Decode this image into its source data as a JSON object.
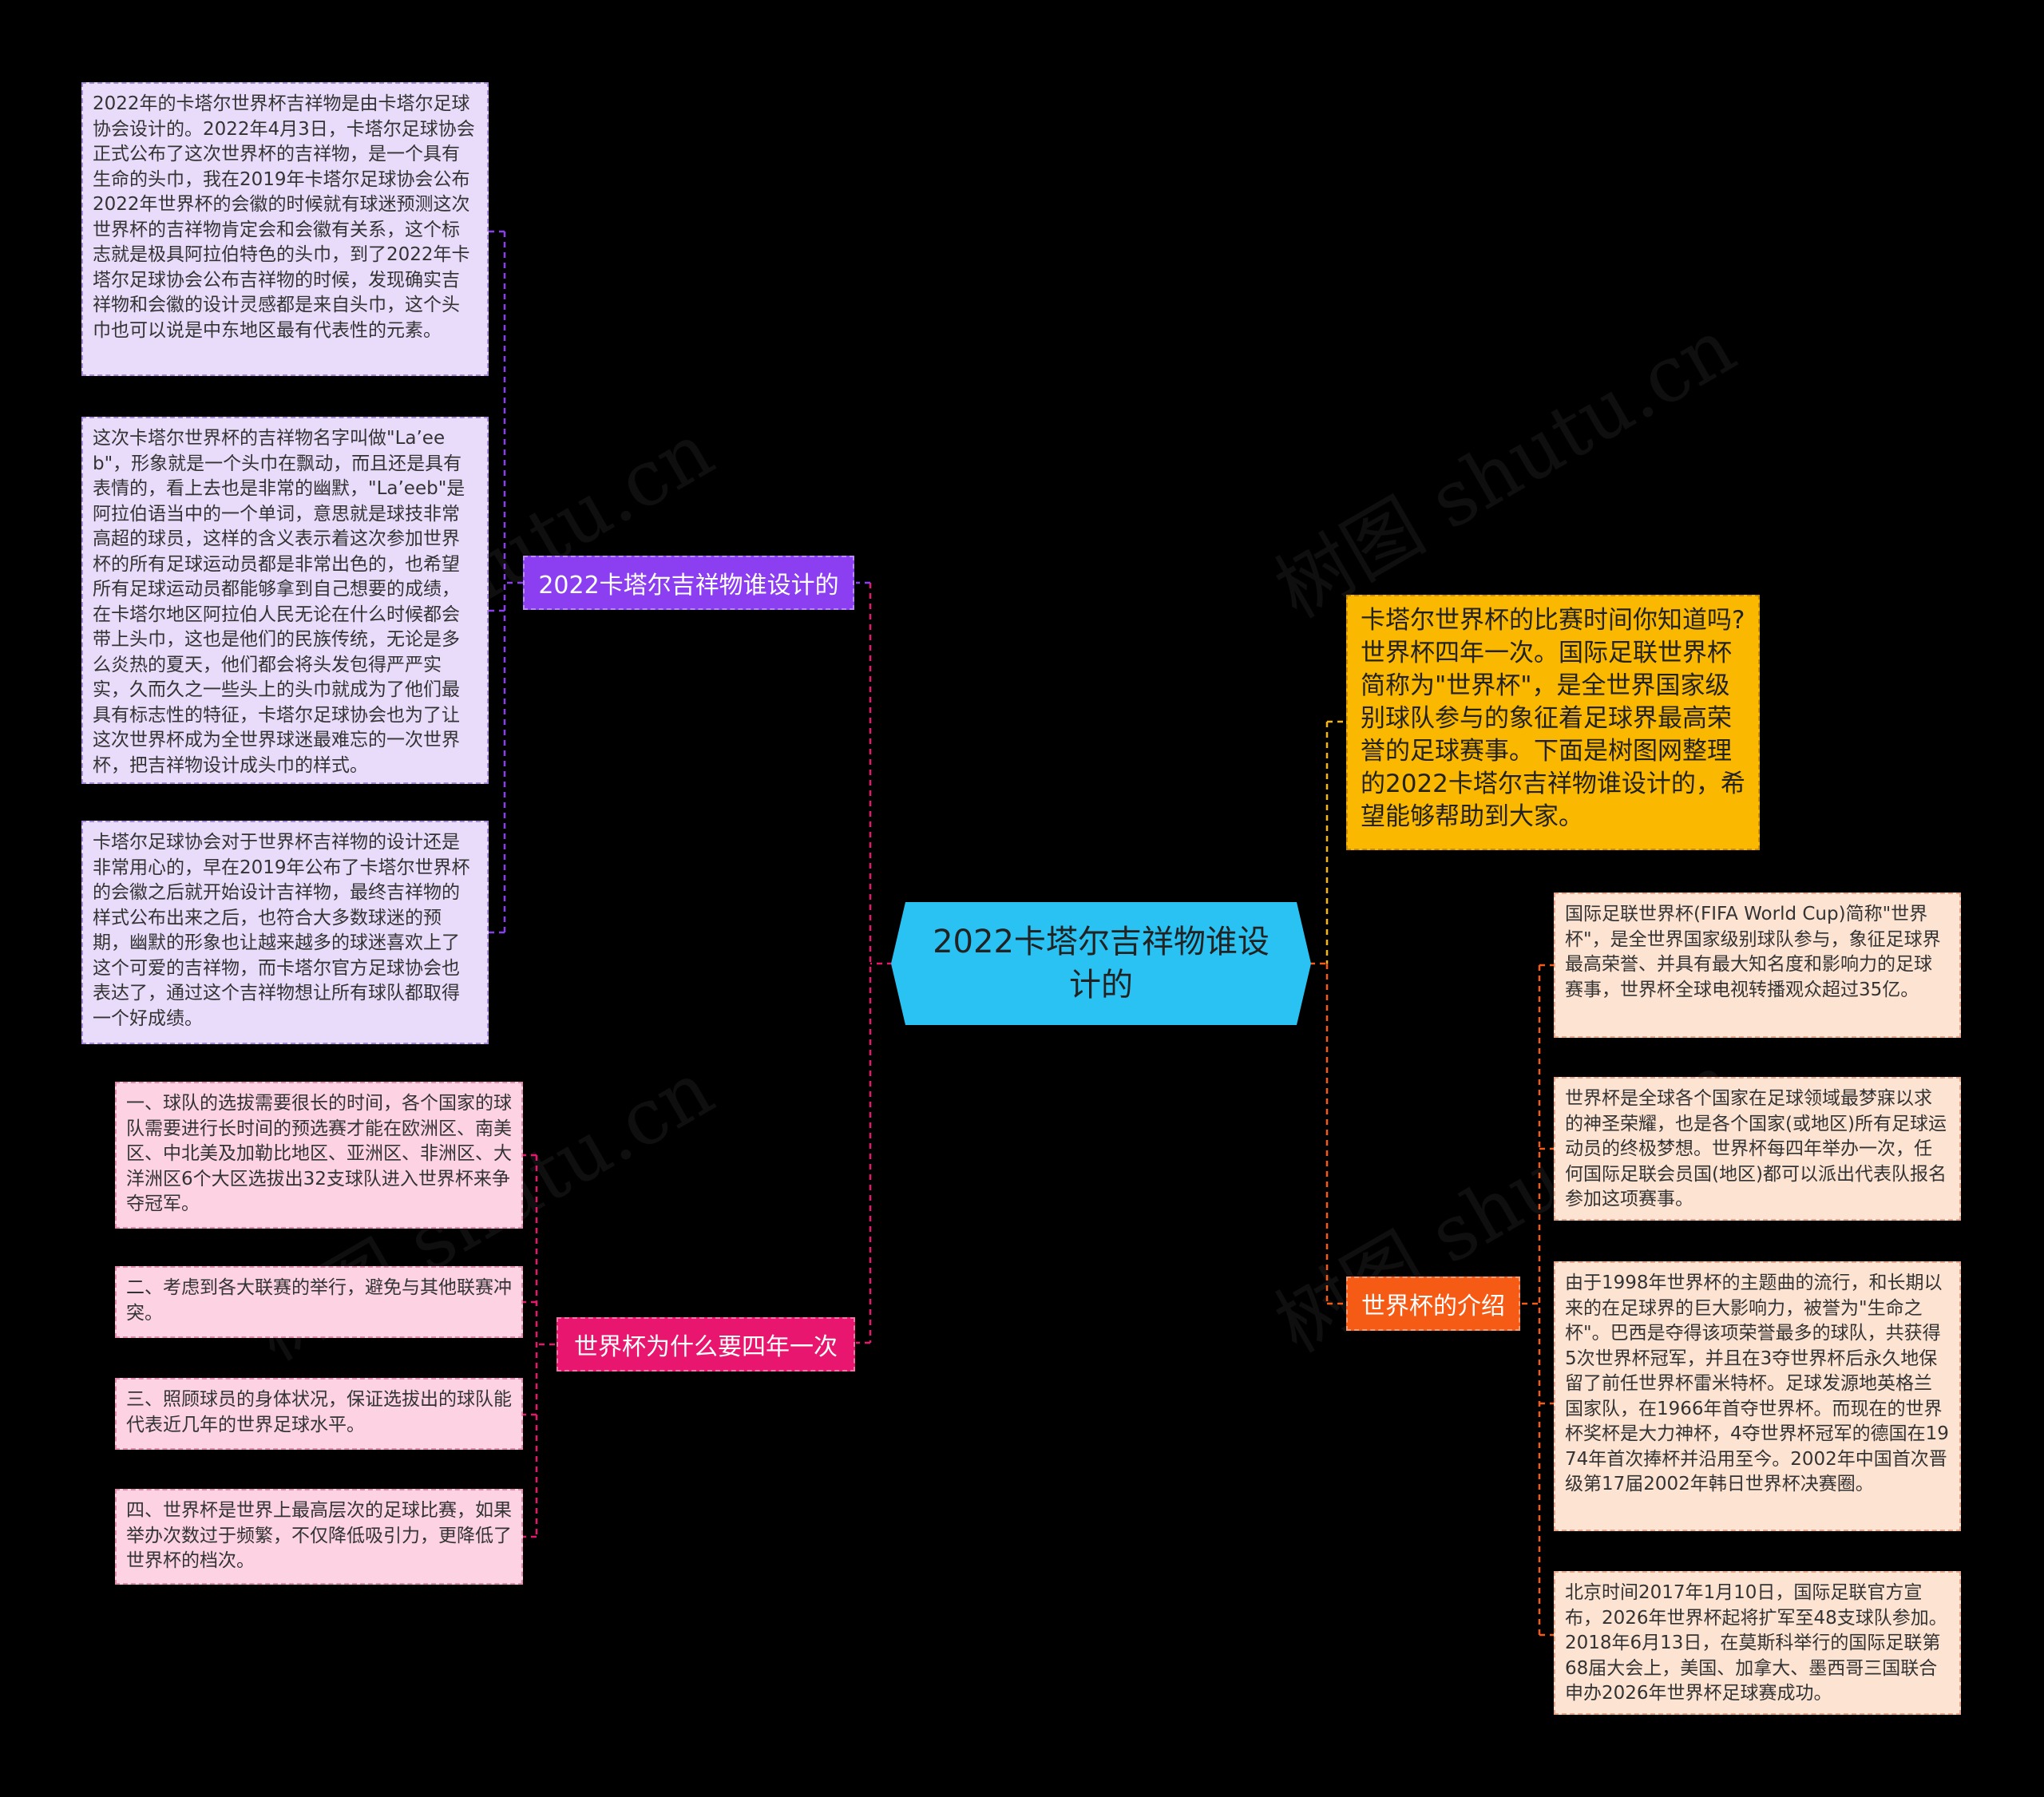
{
  "colors": {
    "background": "#000000",
    "root": "#29c2f2",
    "intro": "#fbb800",
    "branch_design": "#8c3ff0",
    "branch_four_years": "#e8166e",
    "branch_intro": "#f55b14",
    "leaf_design": "#e9dcfb",
    "leaf_four_years": "#fdd3e4",
    "leaf_intro": "#fde3d2"
  },
  "watermark": "树图 shutu.cn",
  "root": {
    "label": "2022卡塔尔吉祥物谁设计的"
  },
  "intro": {
    "text": "卡塔尔世界杯的比赛时间你知道吗?世界杯四年一次。国际足联世界杯简称为\"世界杯\"，是全世界国家级别球队参与的象征着足球界最高荣誉的足球赛事。下面是树图网整理的2022卡塔尔吉祥物谁设计的，希望能够帮助到大家。"
  },
  "branches": {
    "design": {
      "label": "2022卡塔尔吉祥物谁设计的",
      "leaves": [
        "2022年的卡塔尔世界杯吉祥物是由卡塔尔足球协会设计的。2022年4月3日，卡塔尔足球协会正式公布了这次世界杯的吉祥物，是一个具有生命的头巾，我在2019年卡塔尔足球协会公布2022年世界杯的会徽的时候就有球迷预测这次世界杯的吉祥物肯定会和会徽有关系，这个标志就是极具阿拉伯特色的头巾，到了2022年卡塔尔足球协会公布吉祥物的时候，发现确实吉祥物和会徽的设计灵感都是来自头巾，这个头巾也可以说是中东地区最有代表性的元素。",
        "这次卡塔尔世界杯的吉祥物名字叫做\"La’eeb\"，形象就是一个头巾在飘动，而且还是具有表情的，看上去也是非常的幽默，\"La’eeb\"是阿拉伯语当中的一个单词，意思就是球技非常高超的球员，这样的含义表示着这次参加世界杯的所有足球运动员都是非常出色的，也希望所有足球运动员都能够拿到自己想要的成绩，在卡塔尔地区阿拉伯人民无论在什么时候都会带上头巾，这也是他们的民族传统，无论是多么炎热的夏天，他们都会将头发包得严严实实，久而久之一些头上的头巾就成为了他们最具有标志性的特征，卡塔尔足球协会也为了让这次世界杯成为全世界球迷最难忘的一次世界杯，把吉祥物设计成头巾的样式。",
        "卡塔尔足球协会对于世界杯吉祥物的设计还是非常用心的，早在2019年公布了卡塔尔世界杯的会徽之后就开始设计吉祥物，最终吉祥物的样式公布出来之后，也符合大多数球迷的预期，幽默的形象也让越来越多的球迷喜欢上了这个可爱的吉祥物，而卡塔尔官方足球协会也表达了，通过这个吉祥物想让所有球队都取得一个好成绩。"
      ]
    },
    "four_years": {
      "label": "世界杯为什么要四年一次",
      "leaves": [
        "一、球队的选拔需要很长的时间，各个国家的球队需要进行长时间的预选赛才能在欧洲区、南美区、中北美及加勒比地区、亚洲区、非洲区、大洋洲区6个大区选拔出32支球队进入世界杯来争夺冠军。",
        "二、考虑到各大联赛的举行，避免与其他联赛冲突。",
        "三、照顾球员的身体状况，保证选拔出的球队能代表近几年的世界足球水平。",
        "四、世界杯是世界上最高层次的足球比赛，如果举办次数过于频繁，不仅降低吸引力，更降低了世界杯的档次。"
      ]
    },
    "wc_intro": {
      "label": "世界杯的介绍",
      "leaves": [
        "国际足联世界杯(FIFA World Cup)简称\"世界杯\"，是全世界国家级别球队参与，象征足球界最高荣誉、并具有最大知名度和影响力的足球赛事，世界杯全球电视转播观众超过35亿。",
        "世界杯是全球各个国家在足球领域最梦寐以求的神圣荣耀，也是各个国家(或地区)所有足球运动员的终极梦想。世界杯每四年举办一次，任何国际足联会员国(地区)都可以派出代表队报名参加这项赛事。",
        "由于1998年世界杯的主题曲的流行，和长期以来的在足球界的巨大影响力，被誉为\"生命之杯\"。巴西是夺得该项荣誉最多的球队，共获得5次世界杯冠军，并且在3夺世界杯后永久地保留了前任世界杯雷米特杯。足球发源地英格兰国家队，在1966年首夺世界杯。而现在的世界杯奖杯是大力神杯，4夺世界杯冠军的德国在1974年首次捧杯并沿用至今。2002年中国首次晋级第17届2002年韩日世界杯决赛圈。",
        "北京时间2017年1月10日，国际足联官方宣布，2026年世界杯起将扩军至48支球队参加。2018年6月13日，在莫斯科举行的国际足联第68届大会上，美国、加拿大、墨西哥三国联合申办2026年世界杯足球赛成功。"
      ]
    }
  }
}
